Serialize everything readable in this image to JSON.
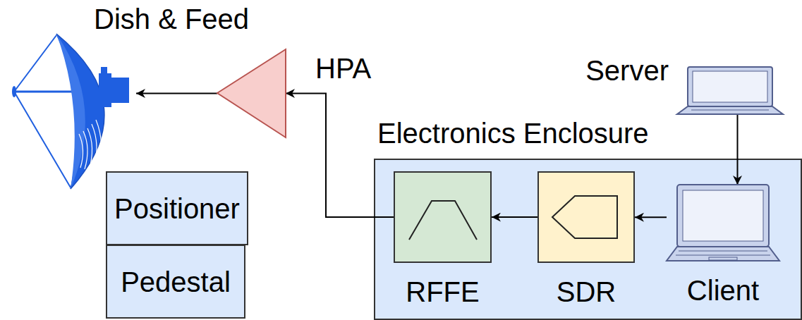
{
  "diagram": {
    "nodes": [
      {
        "text": [
          "Dish & Feed"
        ]
      },
      {
        "text": [
          "HPA"
        ]
      },
      {
        "text": [
          "Server"
        ]
      },
      {
        "text": [
          "Electronics Enclosure"
        ]
      },
      {
        "text": [
          "Positioner"
        ]
      },
      {
        "text": [
          "Pedestal"
        ]
      },
      {
        "text": [
          "RFFE"
        ],
        "in": 3
      },
      {
        "text": [
          "SDR"
        ],
        "in": 3
      },
      {
        "text": [
          "Client"
        ],
        "in": 3
      }
    ],
    "edges": [
      {
        "from": 1,
        "to": 0,
        "arrow": "to"
      },
      {
        "from": 6,
        "to": 1,
        "arrow": "to"
      },
      {
        "from": 7,
        "to": 6,
        "arrow": "to"
      },
      {
        "from": 8,
        "to": 7,
        "arrow": "to"
      },
      {
        "from": 2,
        "to": 8,
        "arrow": "to"
      }
    ]
  }
}
